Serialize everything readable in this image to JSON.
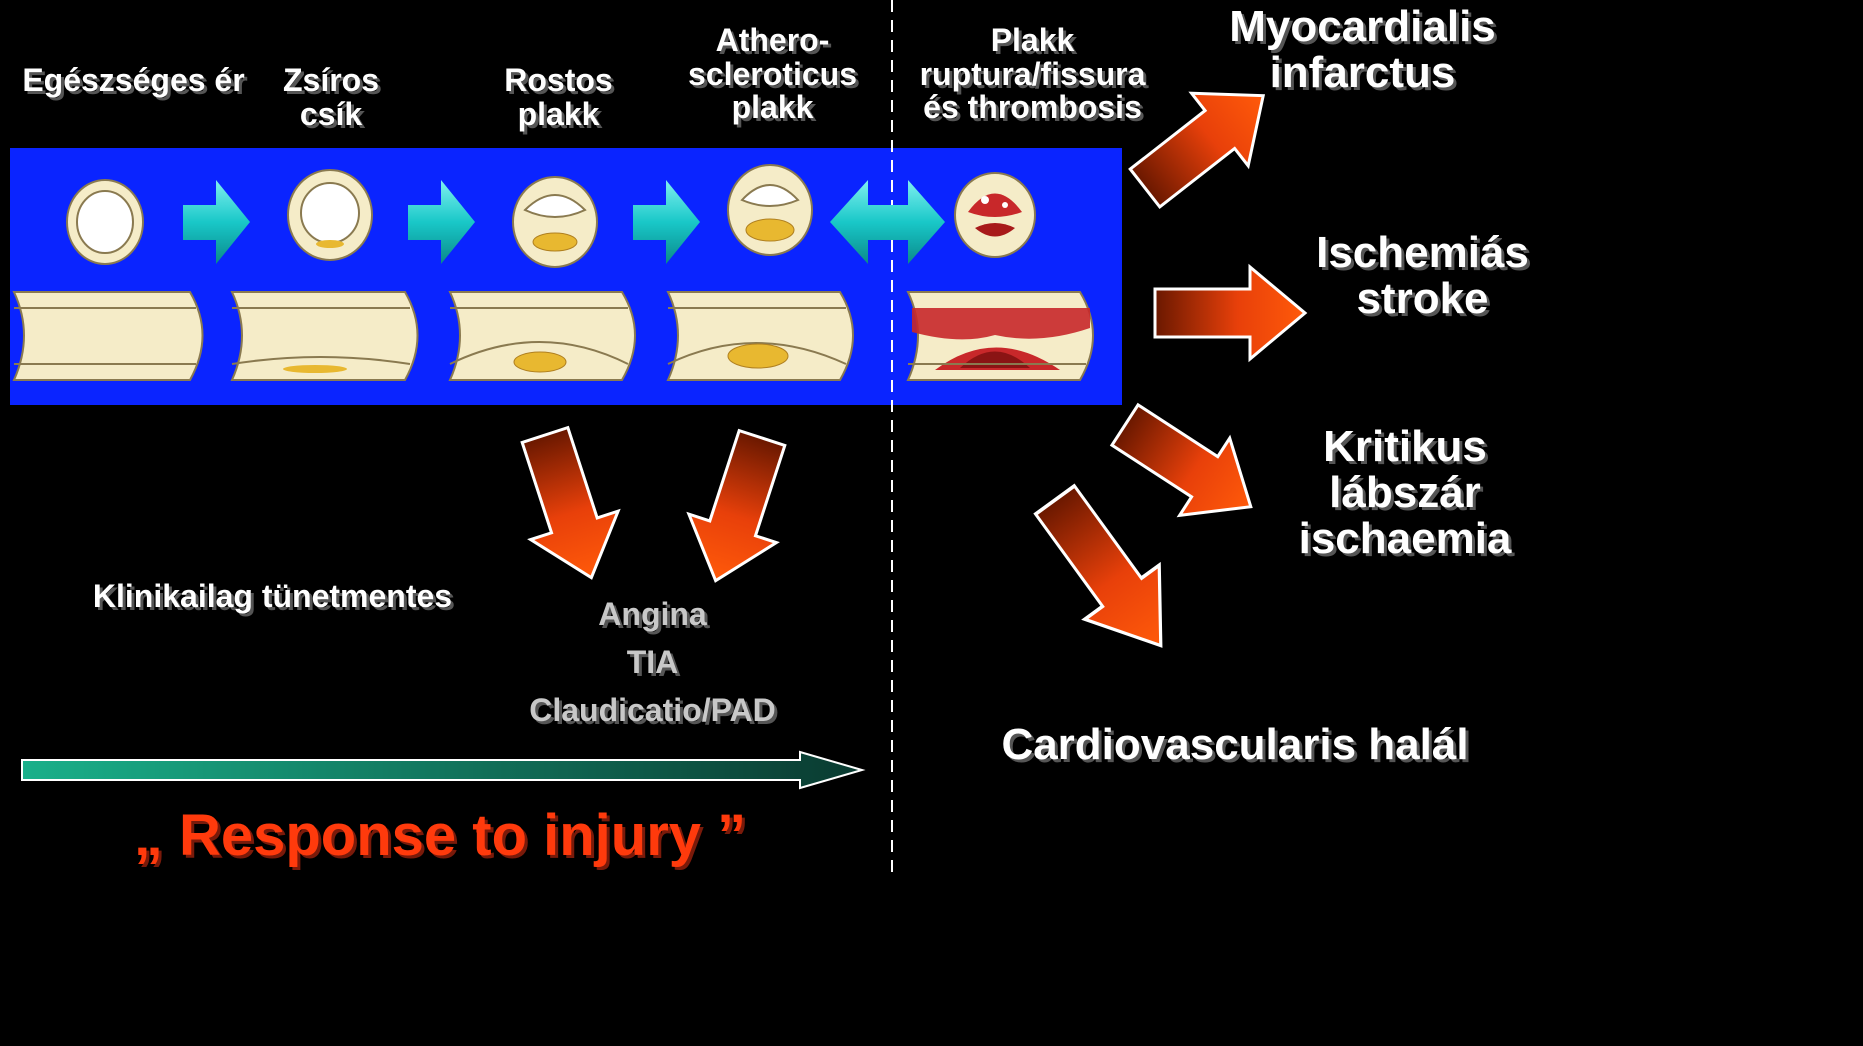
{
  "stages": [
    {
      "name": "stage-healthy",
      "label": "Egészséges ér"
    },
    {
      "name": "stage-fatty-streak",
      "label": "Zsíros\ncsík"
    },
    {
      "name": "stage-fibrous-plaque",
      "label": "Rostos\nplakk"
    },
    {
      "name": "stage-atherosclerotic-plaque",
      "label": "Athero-\nscleroticus\nplakk"
    },
    {
      "name": "stage-plaque-rupture",
      "label": "Plakk\nruptura/fissura\nés thrombosis"
    }
  ],
  "outcomes": {
    "mi": "Myocardialis\ninfarctus",
    "stroke": "Ischemiás\nstroke",
    "limb": "Kritikus\nlábszár\nischaemia",
    "death": "Cardiovascularis halál"
  },
  "asymptomatic": "Klinikailag tünetmentes",
  "symptoms": "Angina\nTIA\nClaudicatio/PAD",
  "motto": "„ Response to injury ”",
  "colors": {
    "panel": "#0a24ff",
    "teal_arrow": "#19c8c8",
    "orange_arrow": "#ff5a0a",
    "vessel": "#f5ecc8",
    "lipid": "#e8b830",
    "thrombus": "#c8282a"
  }
}
